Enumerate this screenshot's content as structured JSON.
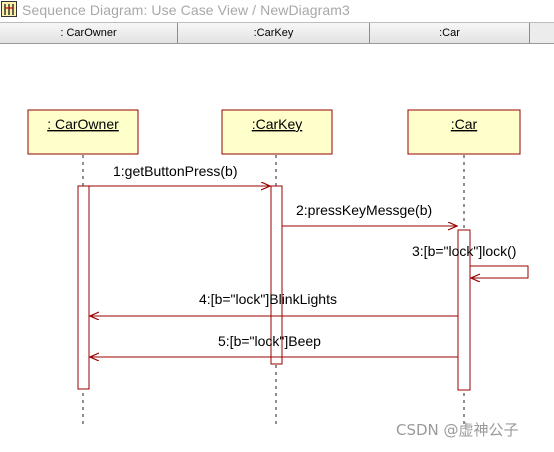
{
  "window": {
    "title": "Sequence Diagram: Use Case View / NewDiagram3"
  },
  "column_headers": [
    ": CarOwner",
    ":CarKey",
    ":Car"
  ],
  "objects": [
    {
      "label": ": CarOwner"
    },
    {
      "label": ":CarKey"
    },
    {
      "label": ":Car"
    }
  ],
  "messages": [
    {
      "label": "1:getButtonPress(b)"
    },
    {
      "label": "2:pressKeyMessge(b)"
    },
    {
      "label": "3:[b=\"lock\"]lock()"
    },
    {
      "label": "4:[b=\"lock\"]BlinkLights"
    },
    {
      "label": "5:[b=\"lock\"]Beep"
    }
  ],
  "colors": {
    "object_fill": "#ffffcc",
    "object_border": "#990000",
    "arrow": "#990000",
    "activation_border": "#990000"
  },
  "watermark": "CSDN @虚神公子",
  "icons": {
    "app": "sequence-diagram-icon"
  }
}
